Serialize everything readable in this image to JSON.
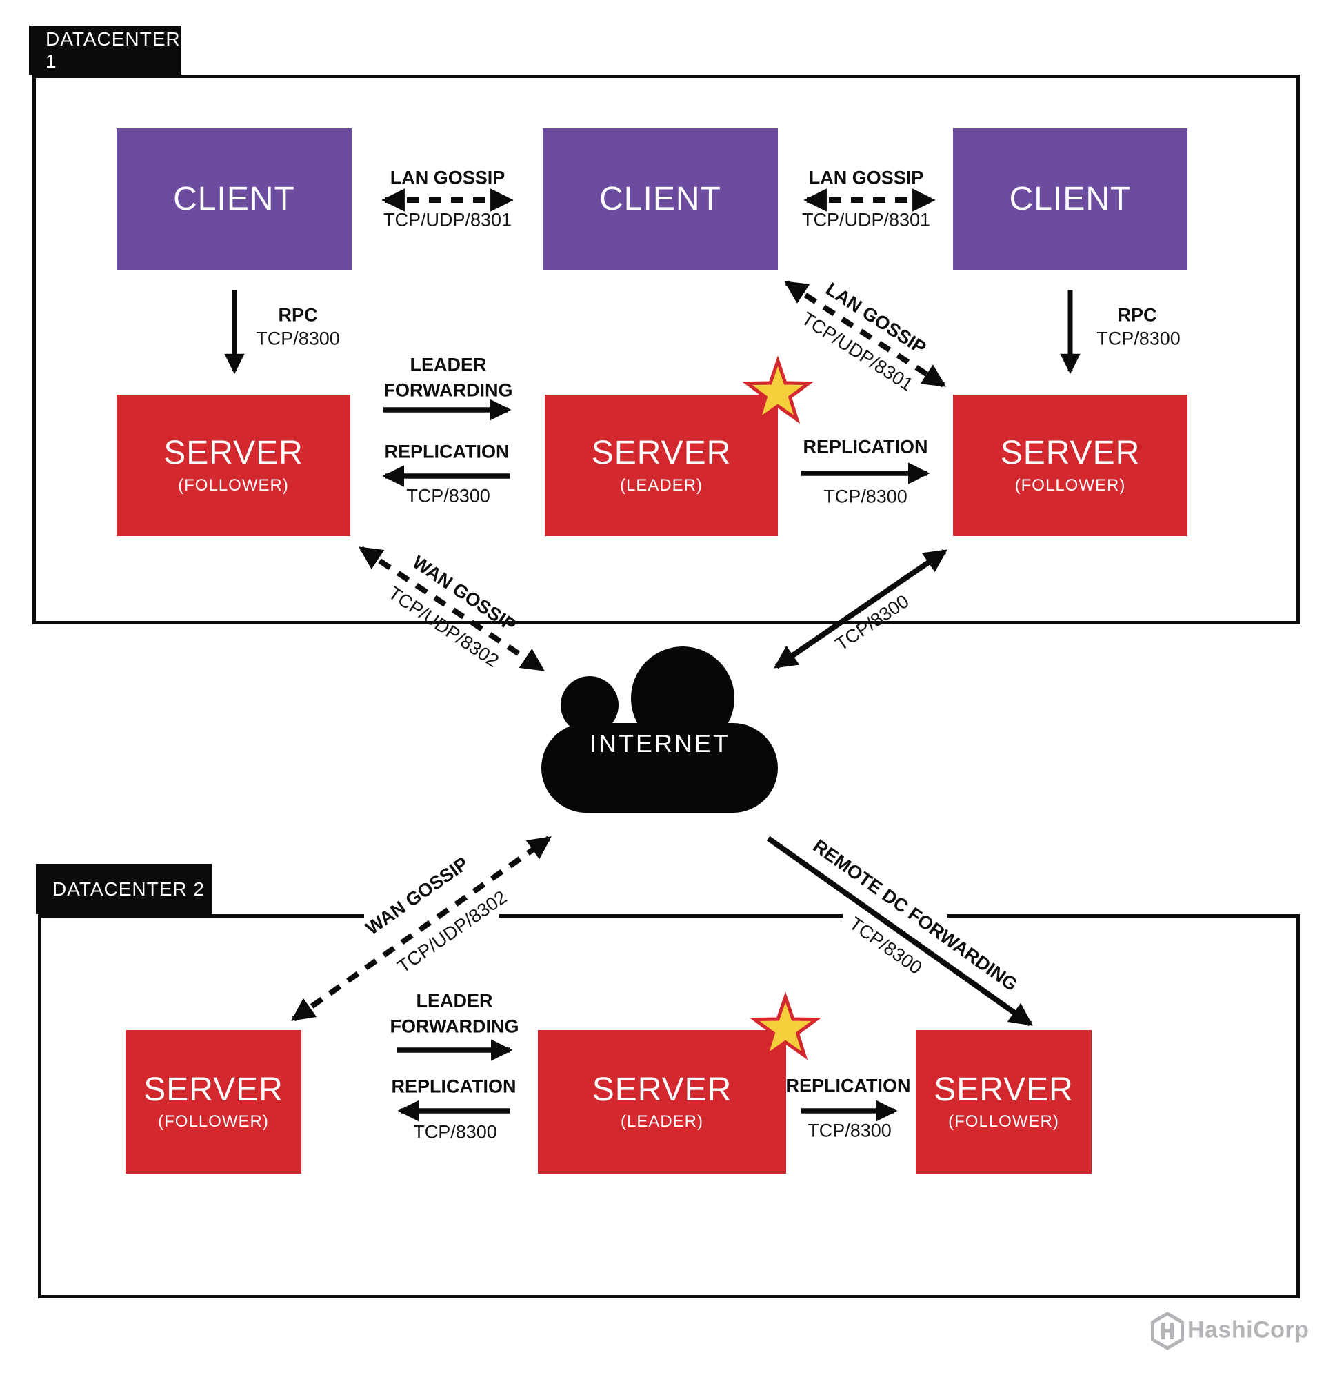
{
  "colors": {
    "client_purple": "#6B4C9F",
    "server_red": "#D2282E",
    "star_yellow": "#F5CE3C",
    "ink_black": "#0B0B0B",
    "logo_gray": "#B4B3B7"
  },
  "dc1": {
    "label": "DATACENTER 1",
    "clients": [
      "CLIENT",
      "CLIENT",
      "CLIENT"
    ],
    "servers": [
      {
        "name": "SERVER",
        "role": "(FOLLOWER)"
      },
      {
        "name": "SERVER",
        "role": "(LEADER)"
      },
      {
        "name": "SERVER",
        "role": "(FOLLOWER)"
      }
    ],
    "edges": {
      "lan_left": {
        "label": "LAN GOSSIP",
        "port": "TCP/UDP/8301"
      },
      "lan_right": {
        "label": "LAN GOSSIP",
        "port": "TCP/UDP/8301"
      },
      "lan_diag": {
        "label": "LAN GOSSIP",
        "port": "TCP/UDP/8301"
      },
      "rpc_left": {
        "label": "RPC",
        "port": "TCP/8300"
      },
      "rpc_right": {
        "label": "RPC",
        "port": "TCP/8300"
      },
      "leader_forwarding": {
        "line1": "LEADER",
        "line2": "FORWARDING"
      },
      "replication_left": {
        "label": "REPLICATION",
        "port": "TCP/8300"
      },
      "replication_right": {
        "label": "REPLICATION",
        "port": "TCP/8300"
      }
    }
  },
  "internet": {
    "label": "INTERNET"
  },
  "wan": {
    "wan_gossip_dc1": {
      "label": "WAN GOSSIP",
      "port": "TCP/UDP/8302"
    },
    "tcp_link_dc1": {
      "port": "TCP/8300"
    },
    "wan_gossip_dc2": {
      "label": "WAN GOSSIP",
      "port": "TCP/UDP/8302"
    },
    "remote_dc_forwarding": {
      "label": "REMOTE DC FORWARDING",
      "port": "TCP/8300"
    }
  },
  "dc2": {
    "label": "DATACENTER 2",
    "servers": [
      {
        "name": "SERVER",
        "role": "(FOLLOWER)"
      },
      {
        "name": "SERVER",
        "role": "(LEADER)"
      },
      {
        "name": "SERVER",
        "role": "(FOLLOWER)"
      }
    ],
    "edges": {
      "leader_forwarding": {
        "line1": "LEADER",
        "line2": "FORWARDING"
      },
      "replication_left": {
        "label": "REPLICATION",
        "port": "TCP/8300"
      },
      "replication_right": {
        "label": "REPLICATION",
        "port": "TCP/8300"
      }
    }
  },
  "footer": {
    "brand": "HashiCorp"
  }
}
